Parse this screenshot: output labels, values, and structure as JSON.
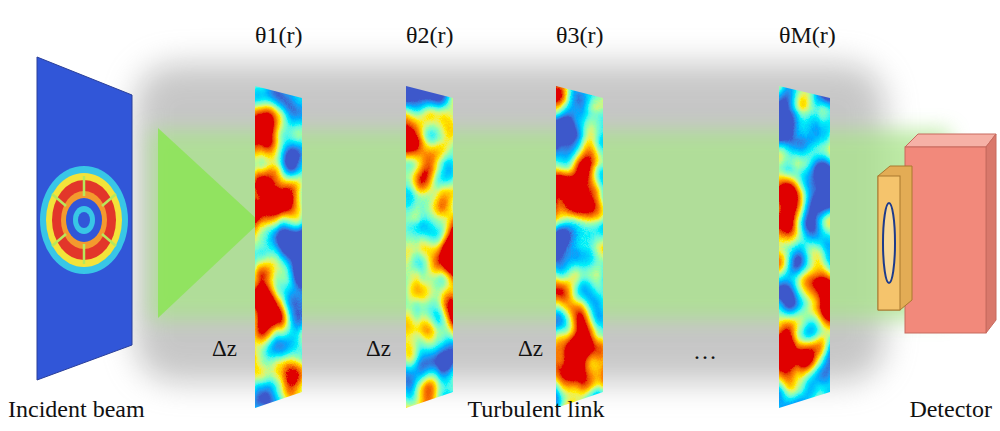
{
  "diagram": {
    "labels": [
      "θ1(r)",
      "θ2(r)",
      "θ3(r)",
      "θM(r)",
      "Δz",
      "Δz",
      "Δz",
      "…",
      "Incident beam",
      "Turbulent link",
      "Detector"
    ]
  }
}
